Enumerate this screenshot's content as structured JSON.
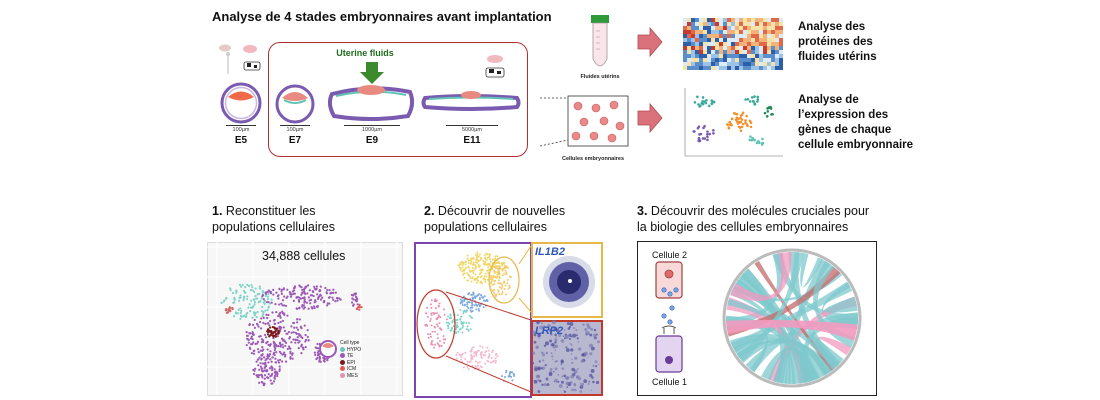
{
  "header": {
    "title": "Analyse de 4 stades embryonnaires avant implantation"
  },
  "stages": {
    "uterine_fluids_label": "Uterine fluids",
    "items": [
      {
        "label": "E5",
        "scale": "100µm"
      },
      {
        "label": "E7",
        "scale": "100µm"
      },
      {
        "label": "E9",
        "scale": "1000µm"
      },
      {
        "label": "E11",
        "scale": "5000µm"
      }
    ]
  },
  "analyses": {
    "fluids_label": "Fluides utérins",
    "cells_label": "Cellules embryonnaires",
    "proteins_title": "Analyse des\nprotéines des\nfluides utérins",
    "genes_title": "Analyse de\nl’expression des\ngènes de chaque\ncellule embryonnaire"
  },
  "sections": [
    {
      "number": "1.",
      "text": "Reconstituer les\npopulations cellulaires"
    },
    {
      "number": "2.",
      "text": "Découvrir de nouvelles\npopulations cellulaires"
    },
    {
      "number": "3.",
      "text": "Découvrir des molécules cruciales pour\nla biologie des cellules embryonnaires"
    }
  ],
  "panel1": {
    "count": "34,888 cellules",
    "legend_title": "Cell type",
    "legend": [
      {
        "name": "HYPO",
        "color": "#6cc5c1"
      },
      {
        "name": "TE",
        "color": "#9b59b6"
      },
      {
        "name": "EPI",
        "color": "#7b1a1a"
      },
      {
        "name": "ICM",
        "color": "#e05a5a"
      },
      {
        "name": "MES",
        "color": "#e88fb0"
      }
    ]
  },
  "panel2": {
    "gene1": "IL1B2",
    "gene2": "LRP2"
  },
  "panel3": {
    "cell2": "Cellule 2",
    "cell1": "Cellule 1"
  }
}
